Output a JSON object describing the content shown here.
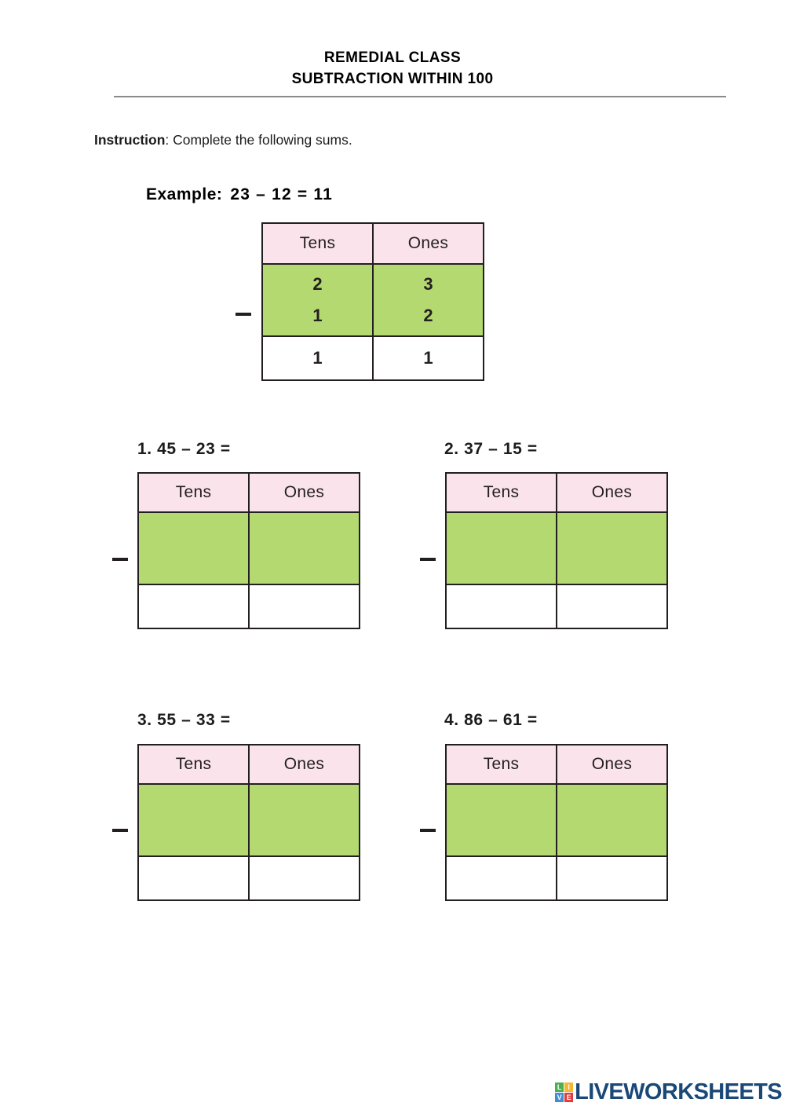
{
  "header": {
    "title_line1": "REMEDIAL CLASS",
    "title_line2": "SUBTRACTION WITHIN 100"
  },
  "instruction": {
    "label": "Instruction",
    "text": ": Complete the following sums."
  },
  "example": {
    "label": "Example:",
    "equation": "23 – 12 = 11",
    "columns": [
      "Tens",
      "Ones"
    ],
    "minuend": {
      "tens": "2",
      "ones": "3"
    },
    "subtrahend": {
      "tens": "1",
      "ones": "2"
    },
    "answer": {
      "tens": "1",
      "ones": "1"
    },
    "operator": "−"
  },
  "problems": [
    {
      "label": "1.  45 – 23 =",
      "number": "1",
      "minuend": 45,
      "subtrahend": 23,
      "columns": [
        "Tens",
        "Ones"
      ],
      "minuend_digits": {
        "tens": "",
        "ones": ""
      },
      "subtrahend_digits": {
        "tens": "",
        "ones": ""
      },
      "answer_digits": {
        "tens": "",
        "ones": ""
      },
      "operator": "−"
    },
    {
      "label": "2.  37 – 15 =",
      "number": "2",
      "minuend": 37,
      "subtrahend": 15,
      "columns": [
        "Tens",
        "Ones"
      ],
      "minuend_digits": {
        "tens": "",
        "ones": ""
      },
      "subtrahend_digits": {
        "tens": "",
        "ones": ""
      },
      "answer_digits": {
        "tens": "",
        "ones": ""
      },
      "operator": "−"
    },
    {
      "label": "3.  55 – 33 =",
      "number": "3",
      "minuend": 55,
      "subtrahend": 33,
      "columns": [
        "Tens",
        "Ones"
      ],
      "minuend_digits": {
        "tens": "",
        "ones": ""
      },
      "subtrahend_digits": {
        "tens": "",
        "ones": ""
      },
      "answer_digits": {
        "tens": "",
        "ones": ""
      },
      "operator": "−"
    },
    {
      "label": "4.  86 – 61 =",
      "number": "4",
      "minuend": 86,
      "subtrahend": 61,
      "columns": [
        "Tens",
        "Ones"
      ],
      "minuend_digits": {
        "tens": "",
        "ones": ""
      },
      "subtrahend_digits": {
        "tens": "",
        "ones": ""
      },
      "answer_digits": {
        "tens": "",
        "ones": ""
      },
      "operator": "−"
    }
  ],
  "logo": {
    "wordmark": "LIVEWORKSHEETS",
    "tiles": [
      {
        "letter": "L",
        "color": "#4caf50"
      },
      {
        "letter": "I",
        "color": "#f5b731"
      },
      {
        "letter": "V",
        "color": "#3d8fd1"
      },
      {
        "letter": "E",
        "color": "#e23b3b"
      }
    ],
    "wordmark_color": "#1a4877"
  },
  "colors": {
    "header_pink": "#fbe3ec",
    "work_green": "#b4d971",
    "answer_white": "#ffffff",
    "border": "#231f20",
    "rule_gray": "#8a8a8a"
  }
}
